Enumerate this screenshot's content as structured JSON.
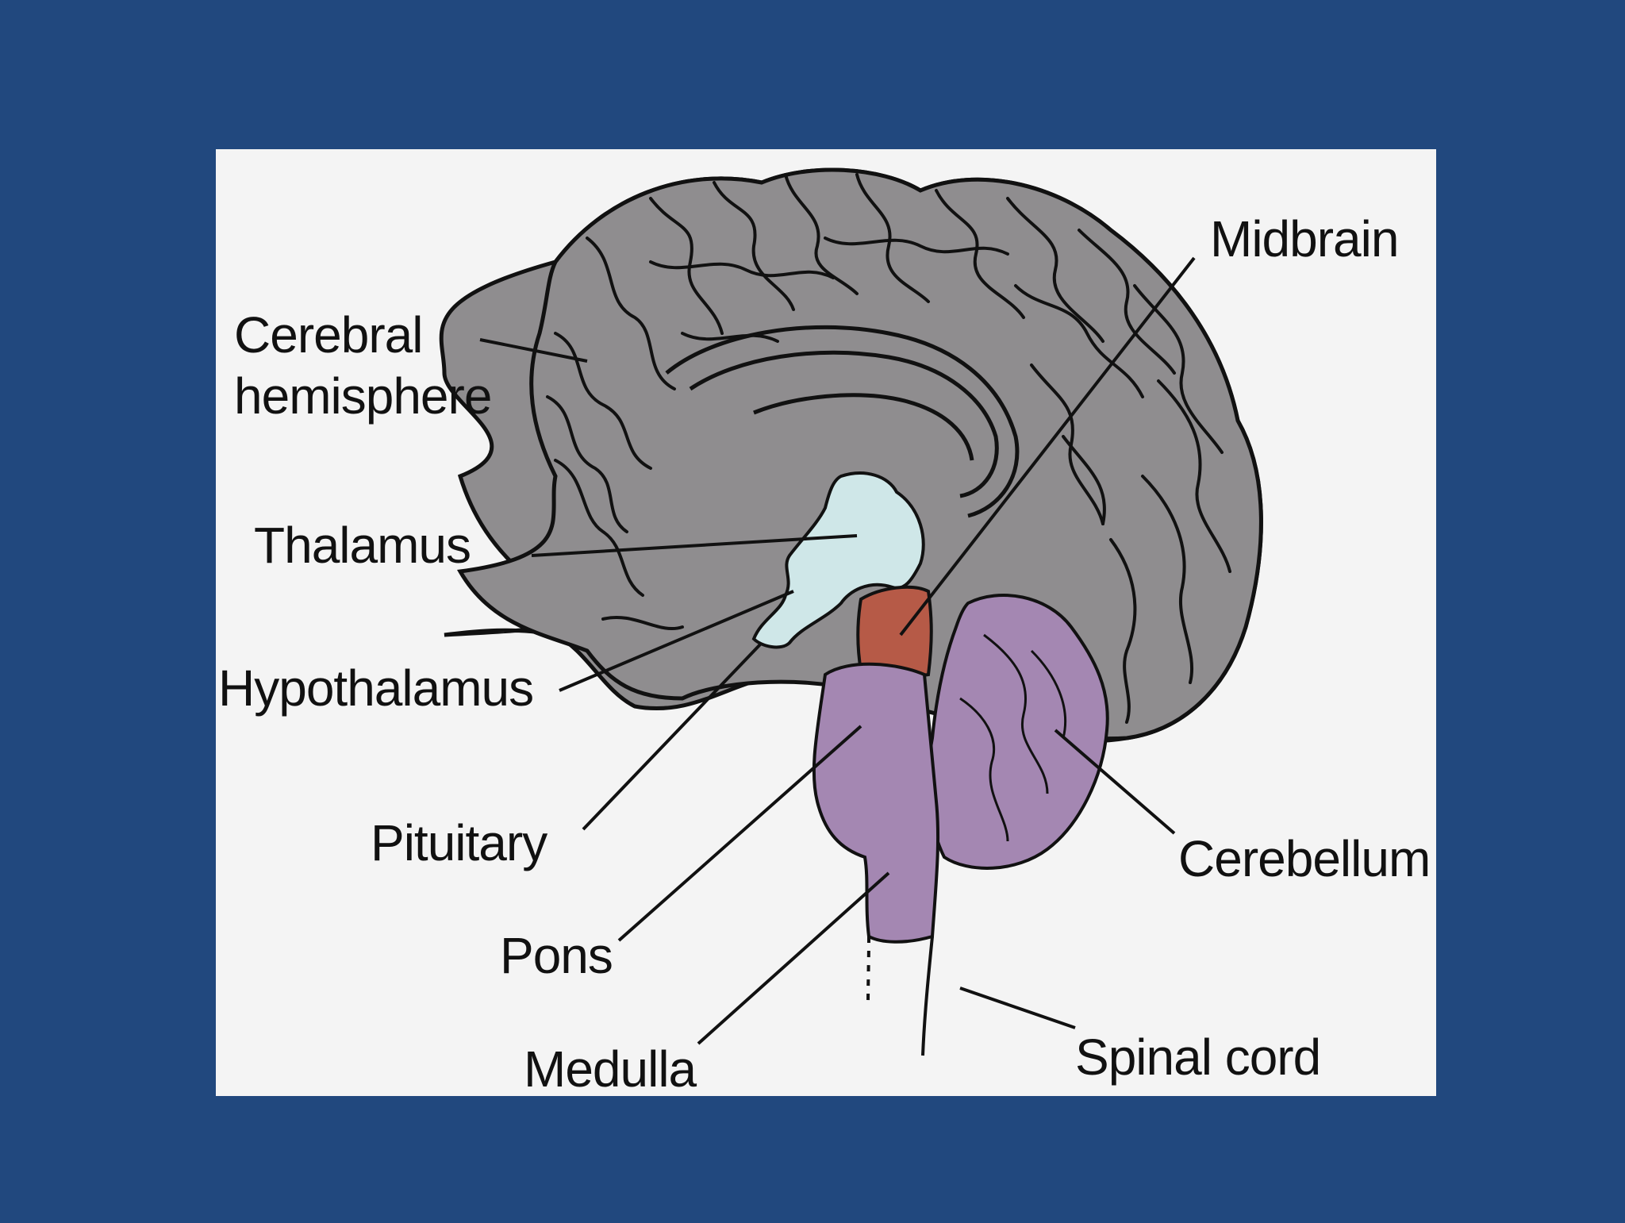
{
  "colors": {
    "background": "#21487e",
    "panel": "#f4f4f4",
    "cerebrum": "#8f8d8f",
    "thalamus": "#cfe7e8",
    "midbrain": "#b65a47",
    "brainstem_cerebellum": "#a487b2",
    "outline": "#111111"
  },
  "labels": {
    "cerebral_line1": "Cerebral",
    "cerebral_line2": "hemisphere",
    "thalamus": "Thalamus",
    "hypothalamus": "Hypothalamus",
    "pituitary": "Pituitary",
    "pons": "Pons",
    "medulla": "Medulla",
    "midbrain": "Midbrain",
    "cerebellum": "Cerebellum",
    "spinal_cord": "Spinal cord"
  }
}
